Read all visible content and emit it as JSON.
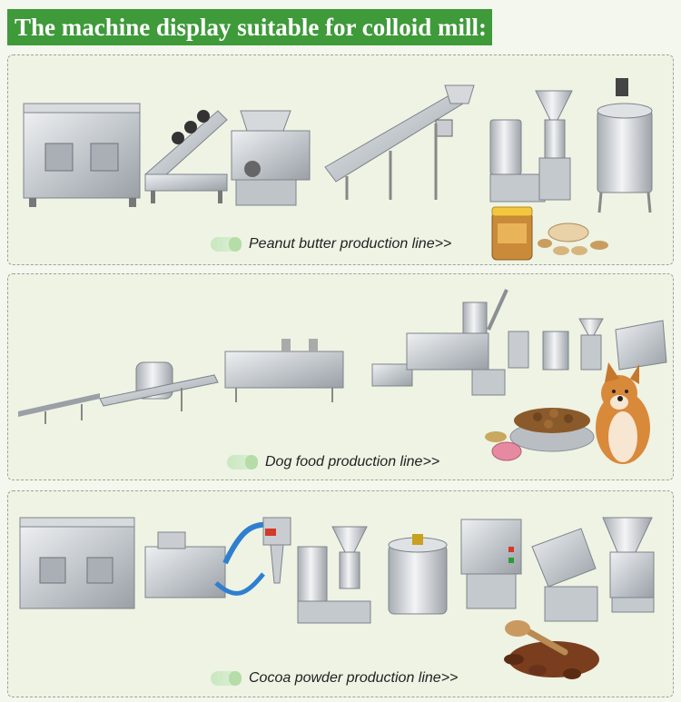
{
  "header": {
    "title": "The machine display suitable for colloid mill:"
  },
  "lines": [
    {
      "caption": "Peanut butter production line>>"
    },
    {
      "caption": "Dog food production line>>"
    },
    {
      "caption": "Cocoa powder production line>>"
    }
  ],
  "colors": {
    "title_bg": "#3f9a3a",
    "panel_border": "#9aa59a",
    "panel_bg": "#eef3e4",
    "steel": "#c8ccd0"
  }
}
